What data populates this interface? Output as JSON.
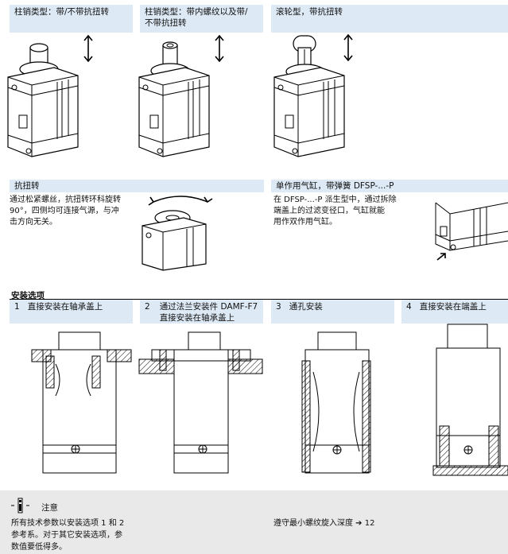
{
  "top_headers": [
    {
      "label": "柱销类型：带/不带抗扭转"
    },
    {
      "label": "柱销类型：带内螺纹以及带/\n不带抗扭转"
    },
    {
      "label": "滚轮型，带抗扭转"
    }
  ],
  "anti_twist": {
    "header": "抗扭转",
    "text": "通过松紧螺丝，抗扭转环科旋转\n90°，四侧均可连接气源，与冲\n击方向无关。"
  },
  "single_acting": {
    "header": "单作用气缸，带弹簧 DFSP-...-P",
    "text": "在 DFSP-...-P 派生型中，通过拆除\n端盖上的过滤变径口，气缸就能\n用作双作用气缸。"
  },
  "mounting": {
    "title": "安装选项",
    "options": [
      {
        "num": "1",
        "label": "直接安装在轴承盖上"
      },
      {
        "num": "2",
        "label": "通过法兰安装件 DAMF-F7\n直接安装在轴承盖上"
      },
      {
        "num": "3",
        "label": "通孔安装"
      },
      {
        "num": "4",
        "label": "直接安装在端盖上"
      }
    ]
  },
  "note": {
    "title": "注意",
    "left_text": "所有技术参数以安装选项 1 和 2\n参考系。对于其它安装选项，参\n数值要低得多。",
    "right_text": "遵守最小螺纹旋入深度 ➔ 12"
  }
}
